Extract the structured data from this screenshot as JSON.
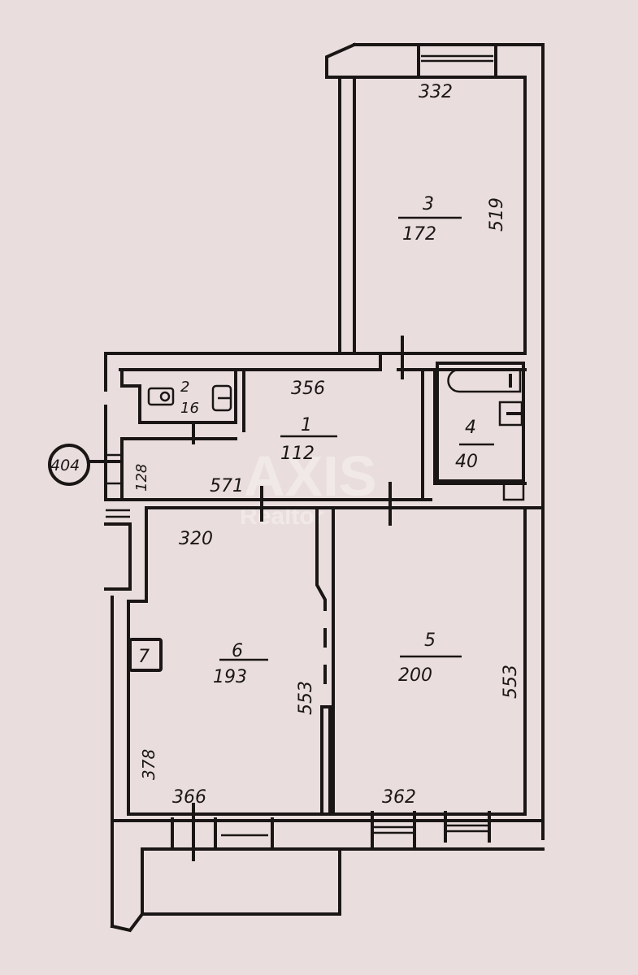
{
  "plan": {
    "background": "#e9dedd",
    "line_color": "#1b1616",
    "rooms": [
      {
        "number": "1",
        "area": "11.2",
        "label_number": "1",
        "label_area": "112"
      },
      {
        "number": "2",
        "area": "1.6",
        "label_number": "2",
        "label_area": "16"
      },
      {
        "number": "3",
        "area": "17.2",
        "label_number": "3",
        "label_area": "172"
      },
      {
        "number": "4",
        "area": "4.0",
        "label_number": "4",
        "label_area": "40"
      },
      {
        "number": "5",
        "area": "20.0",
        "label_number": "5",
        "label_area": "200"
      },
      {
        "number": "6",
        "area": "19.3",
        "label_number": "6",
        "label_area": "193"
      },
      {
        "number": "7",
        "label_number": "7"
      }
    ],
    "dimensions": {
      "room3_width": "332",
      "room3_length": "519",
      "hall_width": "356",
      "hall_length": "571",
      "hall_side": "128",
      "room6_top": "320",
      "room6_length": "553",
      "room6_bottom": "366",
      "room6_side": "378",
      "room5_length": "553",
      "room5_bottom": "362"
    },
    "marker": "404",
    "watermark": {
      "brand": "AXIS",
      "sub": "Realtor"
    }
  }
}
